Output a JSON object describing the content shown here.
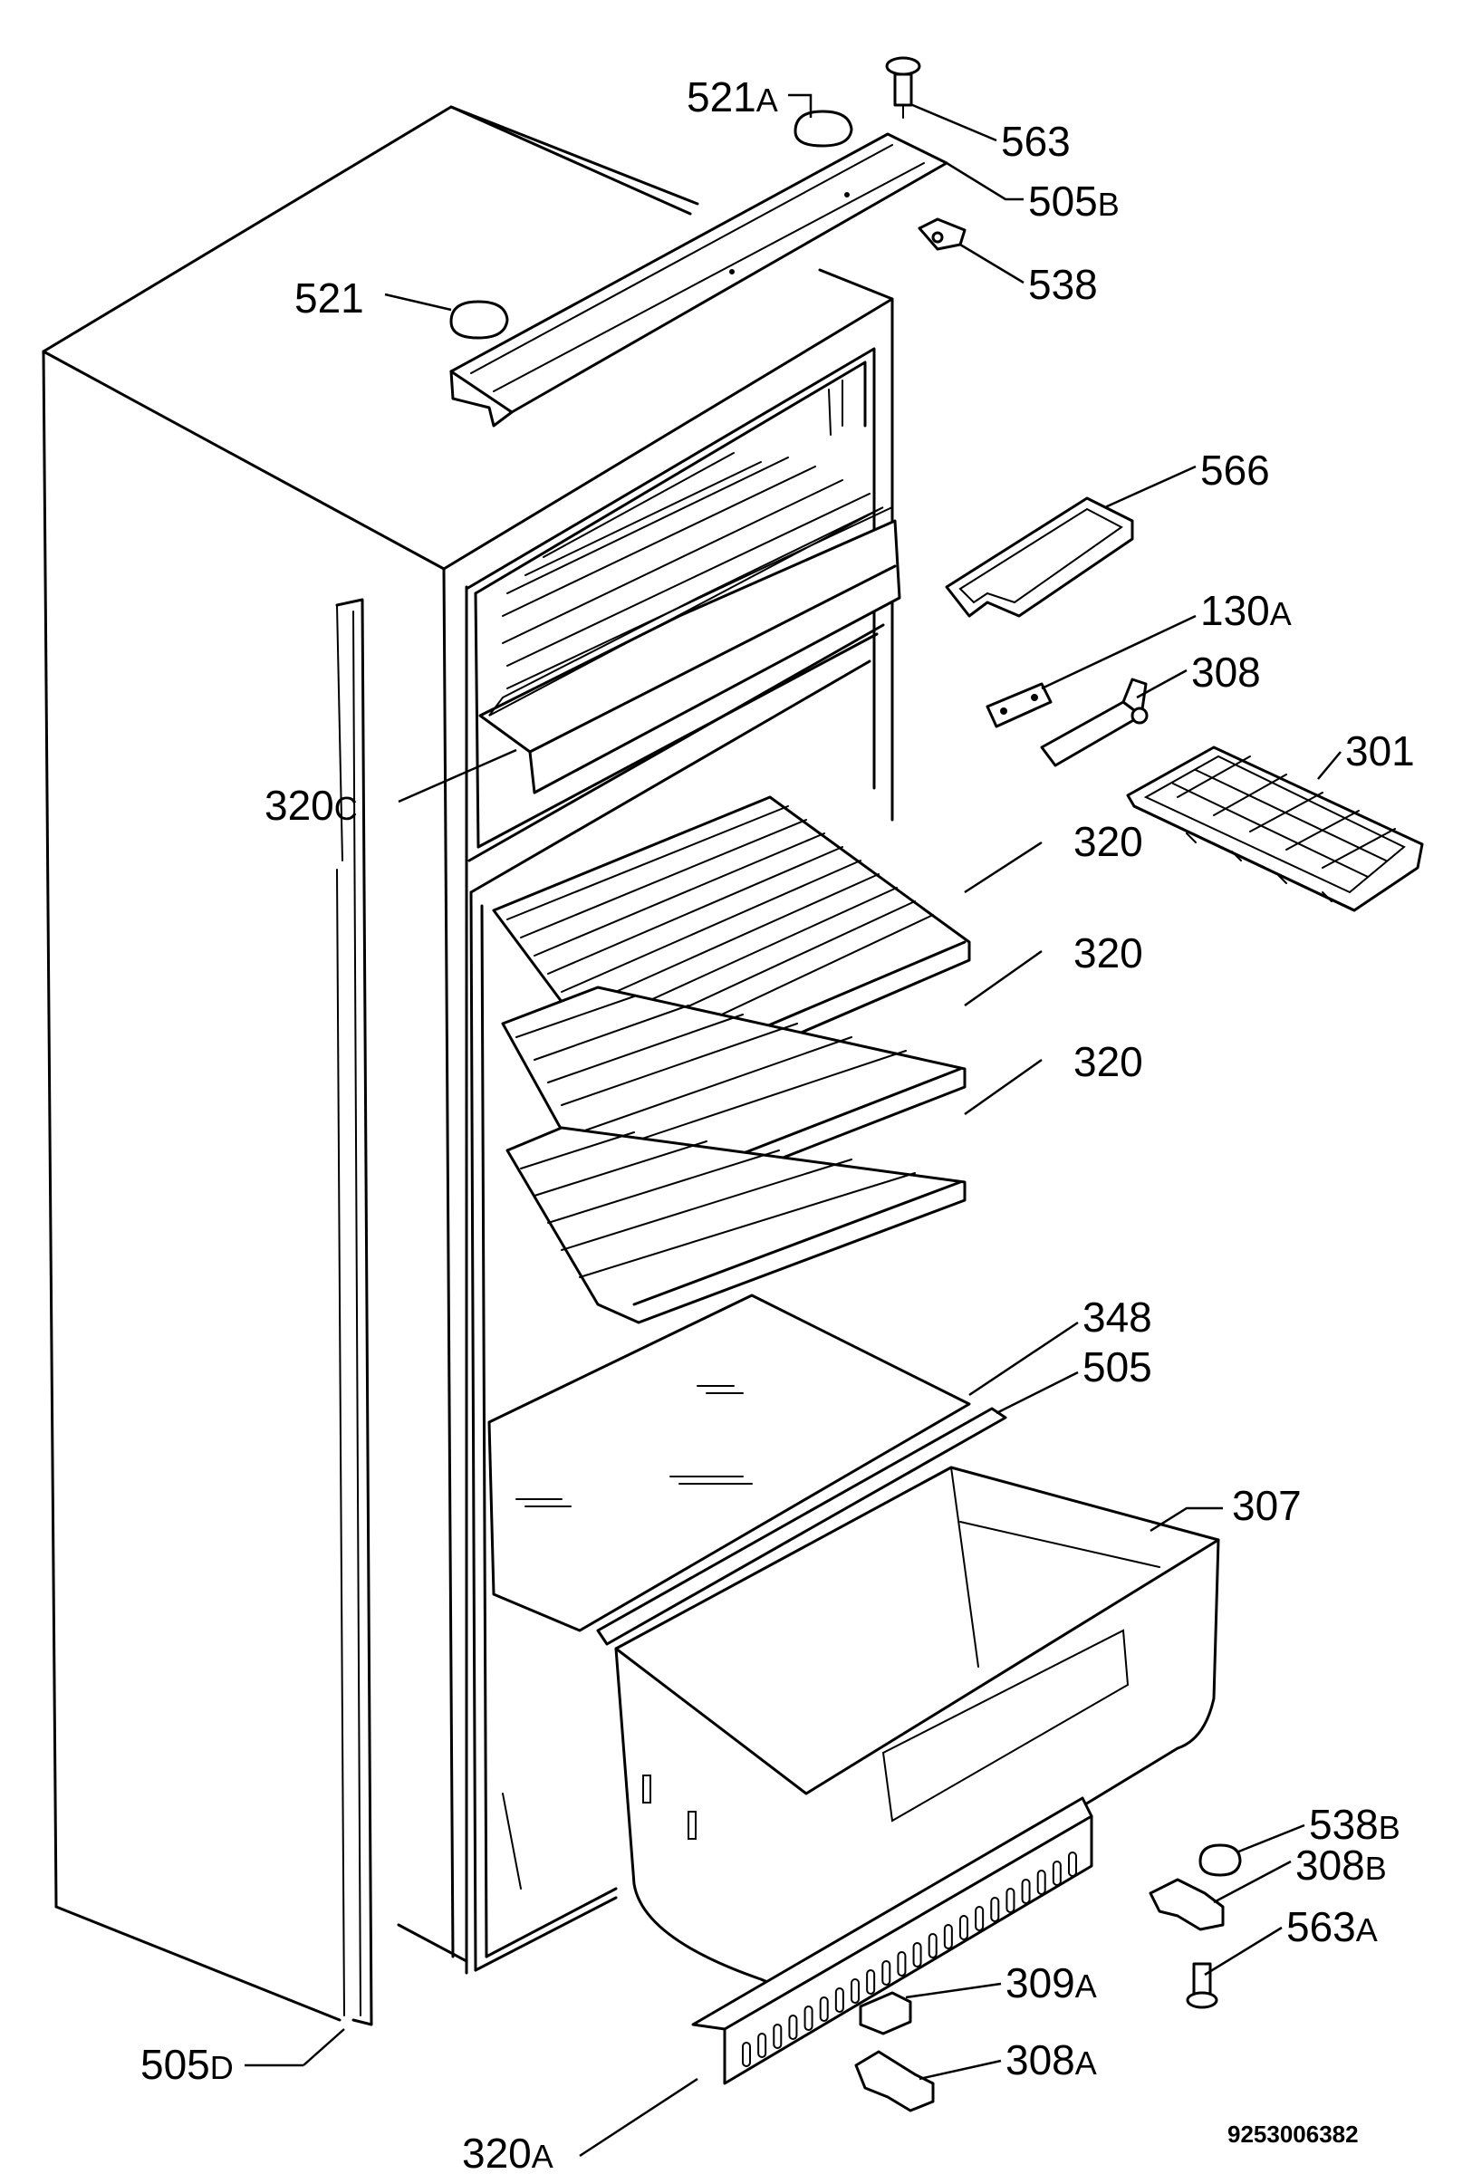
{
  "diagram": {
    "document_number": "9253006382",
    "labels": [
      {
        "id": "521A",
        "num": "521",
        "suf": "A"
      },
      {
        "id": "563",
        "num": "563",
        "suf": ""
      },
      {
        "id": "505B",
        "num": "505",
        "suf": "B"
      },
      {
        "id": "538",
        "num": "538",
        "suf": ""
      },
      {
        "id": "521",
        "num": "521",
        "suf": ""
      },
      {
        "id": "566",
        "num": "566",
        "suf": ""
      },
      {
        "id": "130A",
        "num": "130",
        "suf": "A"
      },
      {
        "id": "308",
        "num": "308",
        "suf": ""
      },
      {
        "id": "301",
        "num": "301",
        "suf": ""
      },
      {
        "id": "320C",
        "num": "320",
        "suf": "C"
      },
      {
        "id": "320-1",
        "num": "320",
        "suf": ""
      },
      {
        "id": "320-2",
        "num": "320",
        "suf": ""
      },
      {
        "id": "320-3",
        "num": "320",
        "suf": ""
      },
      {
        "id": "348",
        "num": "348",
        "suf": ""
      },
      {
        "id": "505",
        "num": "505",
        "suf": ""
      },
      {
        "id": "307",
        "num": "307",
        "suf": ""
      },
      {
        "id": "538B",
        "num": "538",
        "suf": "B"
      },
      {
        "id": "308B",
        "num": "308",
        "suf": "B"
      },
      {
        "id": "563A",
        "num": "563",
        "suf": "A"
      },
      {
        "id": "309A",
        "num": "309",
        "suf": "A"
      },
      {
        "id": "308A",
        "num": "308",
        "suf": "A"
      },
      {
        "id": "505D",
        "num": "505",
        "suf": "D"
      },
      {
        "id": "320A",
        "num": "320",
        "suf": "A"
      }
    ]
  }
}
